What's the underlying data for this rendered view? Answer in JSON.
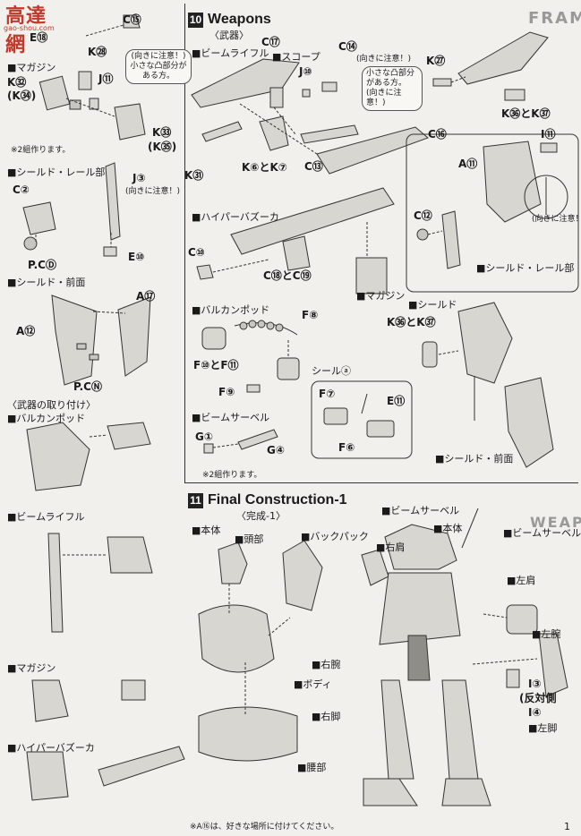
{
  "watermark": {
    "logo_text": "高達網",
    "logo_url": "gao-shou.com"
  },
  "left_column": {
    "top_parts": {
      "c15": "C⑮",
      "e18": "E⑱"
    },
    "magazine": {
      "heading": "■マガジン",
      "k32": "K㉜",
      "k34": "(K㉞)",
      "k28": "K㉘",
      "j11": "J⑪",
      "k33": "K㉝",
      "k35": "(K㉟)",
      "note": "※2組作ります。",
      "callout_direction": "(向きに注意！)",
      "callout_small": "小さな凸部分がある方。"
    },
    "shield_rail": {
      "heading": "■シールド・レール部",
      "c2": "C②",
      "j3": "J③",
      "j3_note": "(向きに注意！)",
      "pcd": "P.CⒹ",
      "e10": "E⑩"
    },
    "shield_front": {
      "heading": "■シールド・前面",
      "a17": "A⑰",
      "a12": "A⑫",
      "pcn": "P.CⓃ"
    },
    "mounting": {
      "heading": "〈武器の取り付け〉",
      "vulcan": "■バルカンポッド",
      "beam_rifle": "■ビームライフル",
      "magazine": "■マガジン",
      "bazooka": "■ハイパーバズーカ"
    }
  },
  "section10": {
    "number": "10",
    "title": "Weapons",
    "subtitle": "〈武器〉",
    "beam_rifle": {
      "heading": "■ビームライフル",
      "c17": "C⑰",
      "scope": "■スコープ",
      "c14": "C⑭",
      "c14_note": "(向きに注意！)",
      "j10": "J⑩",
      "callout_small": "小さな凸部分がある方。",
      "callout_direction": "(向きに注意！)",
      "k6k7": "K⑥とK⑦",
      "c16": "C⑯",
      "k31": "K㉛",
      "c13": "C⑬"
    },
    "bazooka": {
      "heading": "■ハイパーバズーカ",
      "c10": "C⑩",
      "c18c19": "C⑱とC⑲",
      "magazine": "■マガジン"
    },
    "vulcan": {
      "heading": "■バルカンポッド",
      "f8": "F⑧",
      "f10f11": "F⑩とF⑪",
      "sticker": "シールⓐ",
      "f9": "F⑨",
      "f7": "F⑦",
      "e11": "E⑪",
      "f6": "F⑥"
    },
    "beam_saber": {
      "heading": "■ビームサーベル",
      "g1": "G①",
      "g4": "G④",
      "note": "※2組作ります。"
    },
    "right": {
      "k27": "K㉗",
      "k36k37": "K㊱とK㊲",
      "i11": "I⑪",
      "a11": "A⑪",
      "c12": "C⑫",
      "direction_note": "(向きに注意！)",
      "shield_rail": "■シールド・レール部",
      "shield": "■シールド",
      "k36k37_b": "K㊱とK㊲",
      "shield_front": "■シールド・前面"
    },
    "side_tab": "FRAME"
  },
  "section11": {
    "number": "11",
    "title": "Final Construction-1",
    "subtitle": "〈完成-1〉",
    "labels": {
      "body": "■本体",
      "head": "■頭部",
      "backpack": "■バックパック",
      "right_shoulder": "■右肩",
      "beam_saber_top": "■ビームサーベル",
      "body2": "■本体",
      "beam_saber_right": "■ビームサーベル",
      "left_shoulder": "■左肩",
      "left_arm": "■左腕",
      "right_arm": "■右腕",
      "body_torso": "■ボディ",
      "right_leg": "■右脚",
      "waist": "■腰部",
      "i3": "I③",
      "opposite": "(反対側",
      "i4": "I④",
      "left_leg": "■左脚",
      "side_tab": "WEAP"
    },
    "footnote": "※A⑯は、好きな場所に付けてください。"
  },
  "page_number": "1"
}
